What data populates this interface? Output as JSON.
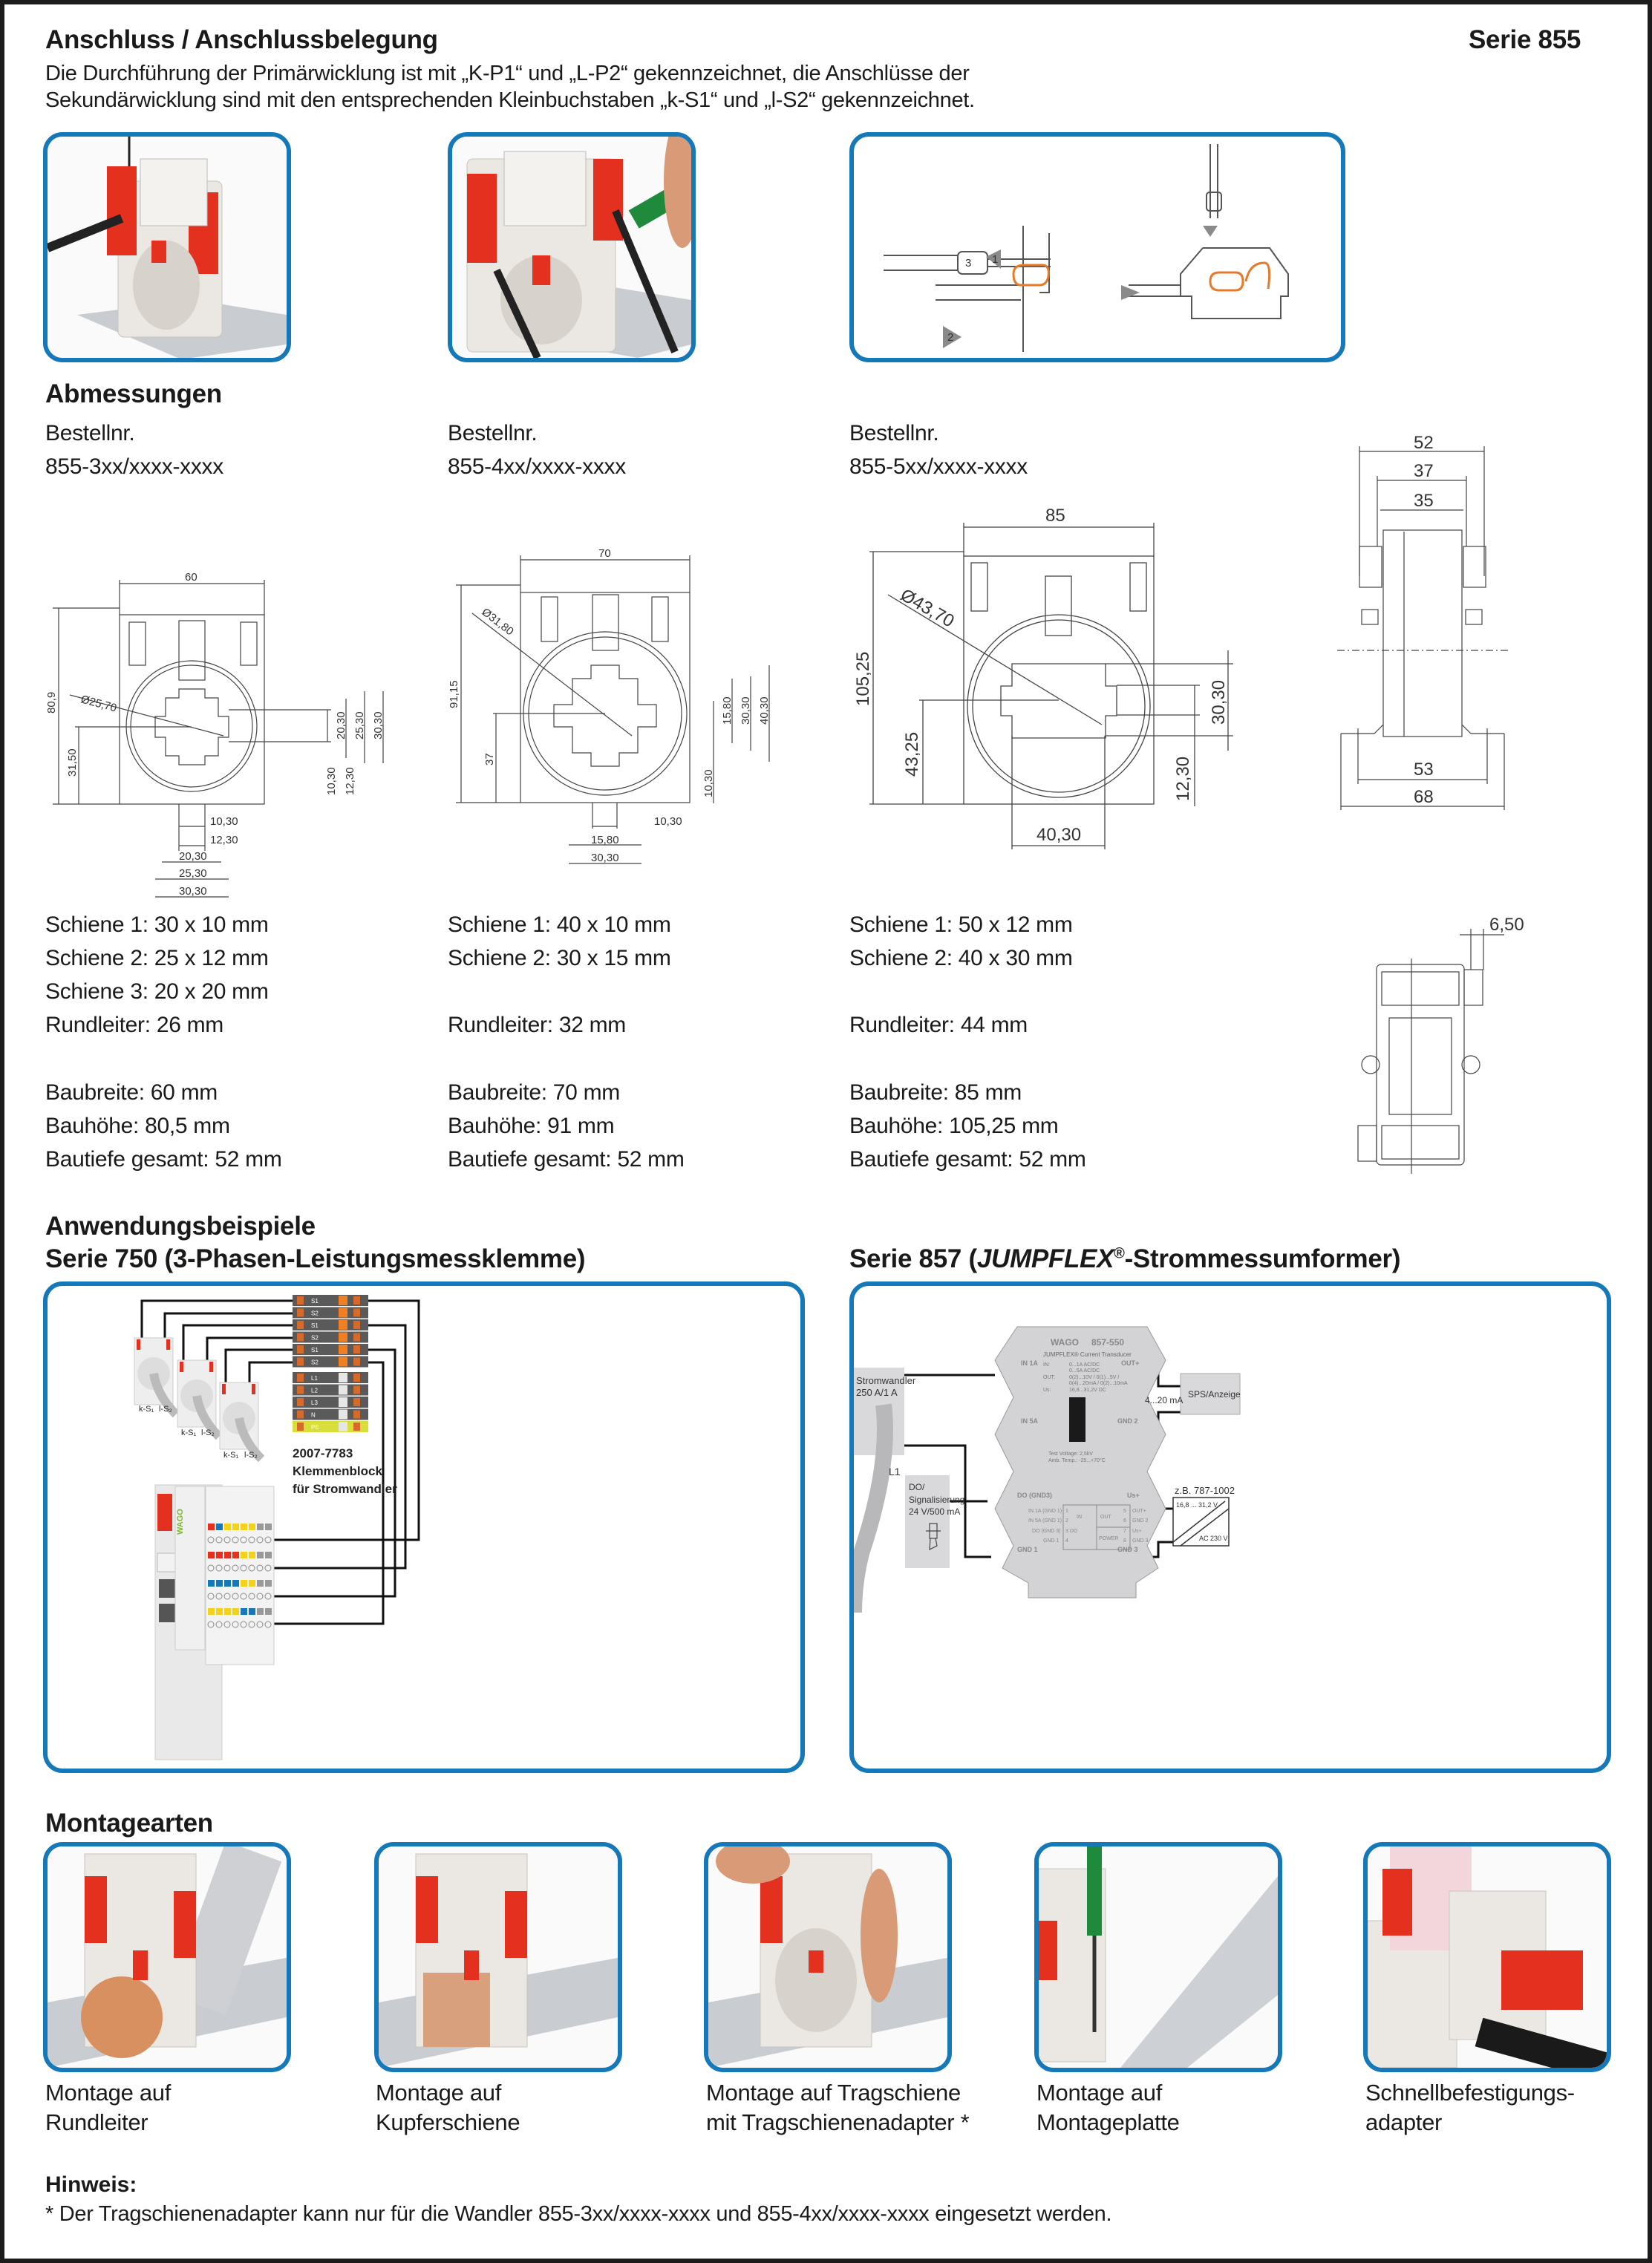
{
  "header": {
    "title": "Anschluss / Anschlussbelegung",
    "series": "Serie 855",
    "intro_line1": "Die Durchführung der Primärwicklung ist mit „K-P1“ und „L-P2“ gekennzeichnet, die Anschlüsse der",
    "intro_line2": "Sekundärwicklung sind mit den entsprechenden Kleinbuchstaben „k-S1“ und „l-S2“ gekennzeichnet."
  },
  "connection_panels": {
    "steps": [
      "1",
      "2",
      "3"
    ]
  },
  "dimensions": {
    "title": "Abmessungen",
    "order_label": "Bestellnr.",
    "variants": [
      {
        "order_no": "855-3xx/xxxx-xxxx",
        "specs": [
          "Schiene 1: 30 x 10 mm",
          "Schiene 2: 25 x 12 mm",
          "Schiene 3: 20 x 20 mm",
          "Rundleiter: 26 mm"
        ],
        "build": [
          "Baubreite: 60 mm",
          "Bauhöhe: 80,5 mm",
          "Bautiefe gesamt: 52 mm"
        ],
        "drawing": {
          "width": "60",
          "height": "80,9",
          "diameter": "Ø25,70",
          "center_height": "31,50",
          "right_dims": [
            "20,30",
            "25,30",
            "30,30",
            "10,30",
            "12,30"
          ],
          "bottom_dims": [
            "10,30",
            "12,30",
            "20,30",
            "25,30",
            "30,30"
          ]
        }
      },
      {
        "order_no": "855-4xx/xxxx-xxxx",
        "specs": [
          "Schiene 1: 40 x 10 mm",
          "Schiene 2: 30 x 15 mm",
          "",
          "Rundleiter: 32 mm"
        ],
        "build": [
          "Baubreite: 70 mm",
          "Bauhöhe: 91 mm",
          "Bautiefe gesamt: 52 mm"
        ],
        "drawing": {
          "width": "70",
          "height": "91,15",
          "diameter": "Ø31,80",
          "center_height": "37",
          "right_dims": [
            "15,80",
            "30,30",
            "40,30",
            "10,30"
          ],
          "bottom_dims": [
            "10,30",
            "15,80",
            "30,30"
          ]
        }
      },
      {
        "order_no": "855-5xx/xxxx-xxxx",
        "specs": [
          "Schiene 1: 50 x 12 mm",
          "Schiene 2: 40 x 30 mm",
          "",
          "Rundleiter: 44 mm"
        ],
        "build": [
          "Baubreite: 85 mm",
          "Bauhöhe: 105,25 mm",
          "Bautiefe gesamt: 52 mm"
        ],
        "drawing": {
          "width": "85",
          "height": "105,25",
          "diameter": "Ø43,70",
          "center_height": "43,25",
          "right_dims": [
            "30,30",
            "12,30"
          ],
          "bottom_dims": [
            "40,30"
          ]
        }
      }
    ],
    "side_view": {
      "dims_top": [
        "52",
        "37",
        "35"
      ],
      "dims_bottom": [
        "53",
        "68"
      ]
    },
    "top_view": {
      "dim": "6,50"
    }
  },
  "applications": {
    "title": "Anwendungsbeispiele",
    "left": {
      "title": "Serie 750 (3-Phasen-Leistungsmessklemme)",
      "ct_labels": [
        "k-S₁",
        "l-S₂"
      ],
      "terminal_labels": [
        "S1",
        "S2",
        "S1",
        "S2",
        "S1",
        "S2",
        "L1",
        "L2",
        "L3",
        "N",
        "PE"
      ],
      "block_caption": [
        "2007-7783",
        "Klemmenblock",
        "für Stromwandler"
      ],
      "brand": "WAGO"
    },
    "right": {
      "title_prefix": "Serie 857 (",
      "title_italic": "JUMPFLEX",
      "title_reg": "®",
      "title_suffix": "-Strommessumformer)",
      "ct_box": [
        "Stromwandler",
        "250 A/1 A"
      ],
      "conductor": "L1",
      "do_box": [
        "DO/",
        "Signalisierung",
        "24 V/500 mA"
      ],
      "plc_box": "SPS/Anzeige",
      "signal": "4...20 mA",
      "psu_label": "z.B. 787-1002",
      "psu_out": "16,8 ... 31,2 V",
      "psu_in": "AC 230 V",
      "device": {
        "brand": "WAGO",
        "model": "857-550",
        "subtitle": "JUMPFLEX® Current Transducer",
        "spec_in_label": "IN:",
        "spec_in": [
          "0...1A AC/DC",
          "0...5A AC/DC"
        ],
        "spec_out_label": "OUT:",
        "spec_out": [
          "0(2)...10V / 0(1)...5V /",
          "0(4)...20mA / 0(2)...10mA"
        ],
        "spec_us_label": "Us:",
        "spec_us": "16,8...31,2V DC",
        "test_voltage": "Test Voltage:  2,5kV",
        "amb_temp": "Amb. Temp.:  -25...+70°C",
        "left_terminals": [
          "IN 1A",
          "IN 5A",
          "DO (GND3)",
          "GND 1"
        ],
        "right_terminals": [
          "OUT+",
          "GND 2",
          "Us+",
          "GND 3"
        ],
        "pin_table": [
          {
            "left": "IN 1A (GND 1)",
            "pin": "1"
          },
          {
            "left": "IN 5A (GND 1)",
            "pin": "2"
          },
          {
            "left": "DO (GND 3)",
            "pin": "3 DO"
          },
          {
            "left": "GND 1",
            "pin": "4"
          }
        ],
        "pin_table_right": [
          {
            "pin": "5",
            "right": "OUT+"
          },
          {
            "pin": "6",
            "right": "GND 2"
          },
          {
            "pin": "7",
            "right": "Us+"
          },
          {
            "pin": "8",
            "right": "GND 3"
          }
        ],
        "group_in": "IN",
        "group_out": "OUT",
        "group_power": "POWER"
      }
    }
  },
  "mounting": {
    "title": "Montagearten",
    "items": [
      {
        "line1": "Montage auf",
        "line2": "Rundleiter"
      },
      {
        "line1": "Montage auf",
        "line2": "Kupferschiene"
      },
      {
        "line1": "Montage auf Tragschiene",
        "line2": "mit Tragschienenadapter *"
      },
      {
        "line1": "Montage auf",
        "line2": "Montageplatte"
      },
      {
        "line1": "Schnellbefestigungs-",
        "line2": "adapter"
      }
    ]
  },
  "note": {
    "title": "Hinweis:",
    "text": "* Der Tragschienenadapter kann nur für die Wandler 855-3xx/xxxx-xxxx und 855-4xx/xxxx-xxxx eingesetzt werden."
  },
  "colors": {
    "accent_blue": "#1578b8",
    "wago_red": "#e3301f",
    "wago_orange": "#f07f24",
    "wago_green": "#7bb728"
  }
}
